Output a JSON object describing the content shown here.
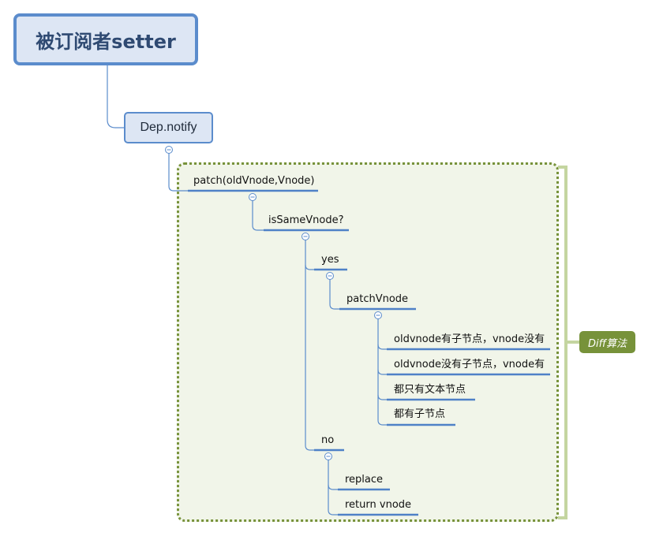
{
  "root": {
    "label": "被订阅者setter"
  },
  "main_topic": {
    "label": "Dep.notify"
  },
  "nodes": {
    "patch": "patch(oldVnode,Vnode)",
    "is_same": "isSameVnode?",
    "yes": "yes",
    "patch_vnode": "patchVnode",
    "case1": "oldvnode有子节点，vnode没有",
    "case2": "oldvnode没有子节点，vnode有",
    "case3": "都只有文本节点",
    "case4": "都有子节点",
    "no": "no",
    "replace": "replace",
    "return_vnode": "return vnode"
  },
  "boundary": {
    "label": "Diff算法"
  },
  "colors": {
    "connector": "#5b8ccc",
    "underline": "#4f81c7",
    "boundary_border": "#77923a",
    "boundary_fill": "#f1f5e9",
    "callout": "#77923a",
    "bracket": "#c4d5a0"
  }
}
